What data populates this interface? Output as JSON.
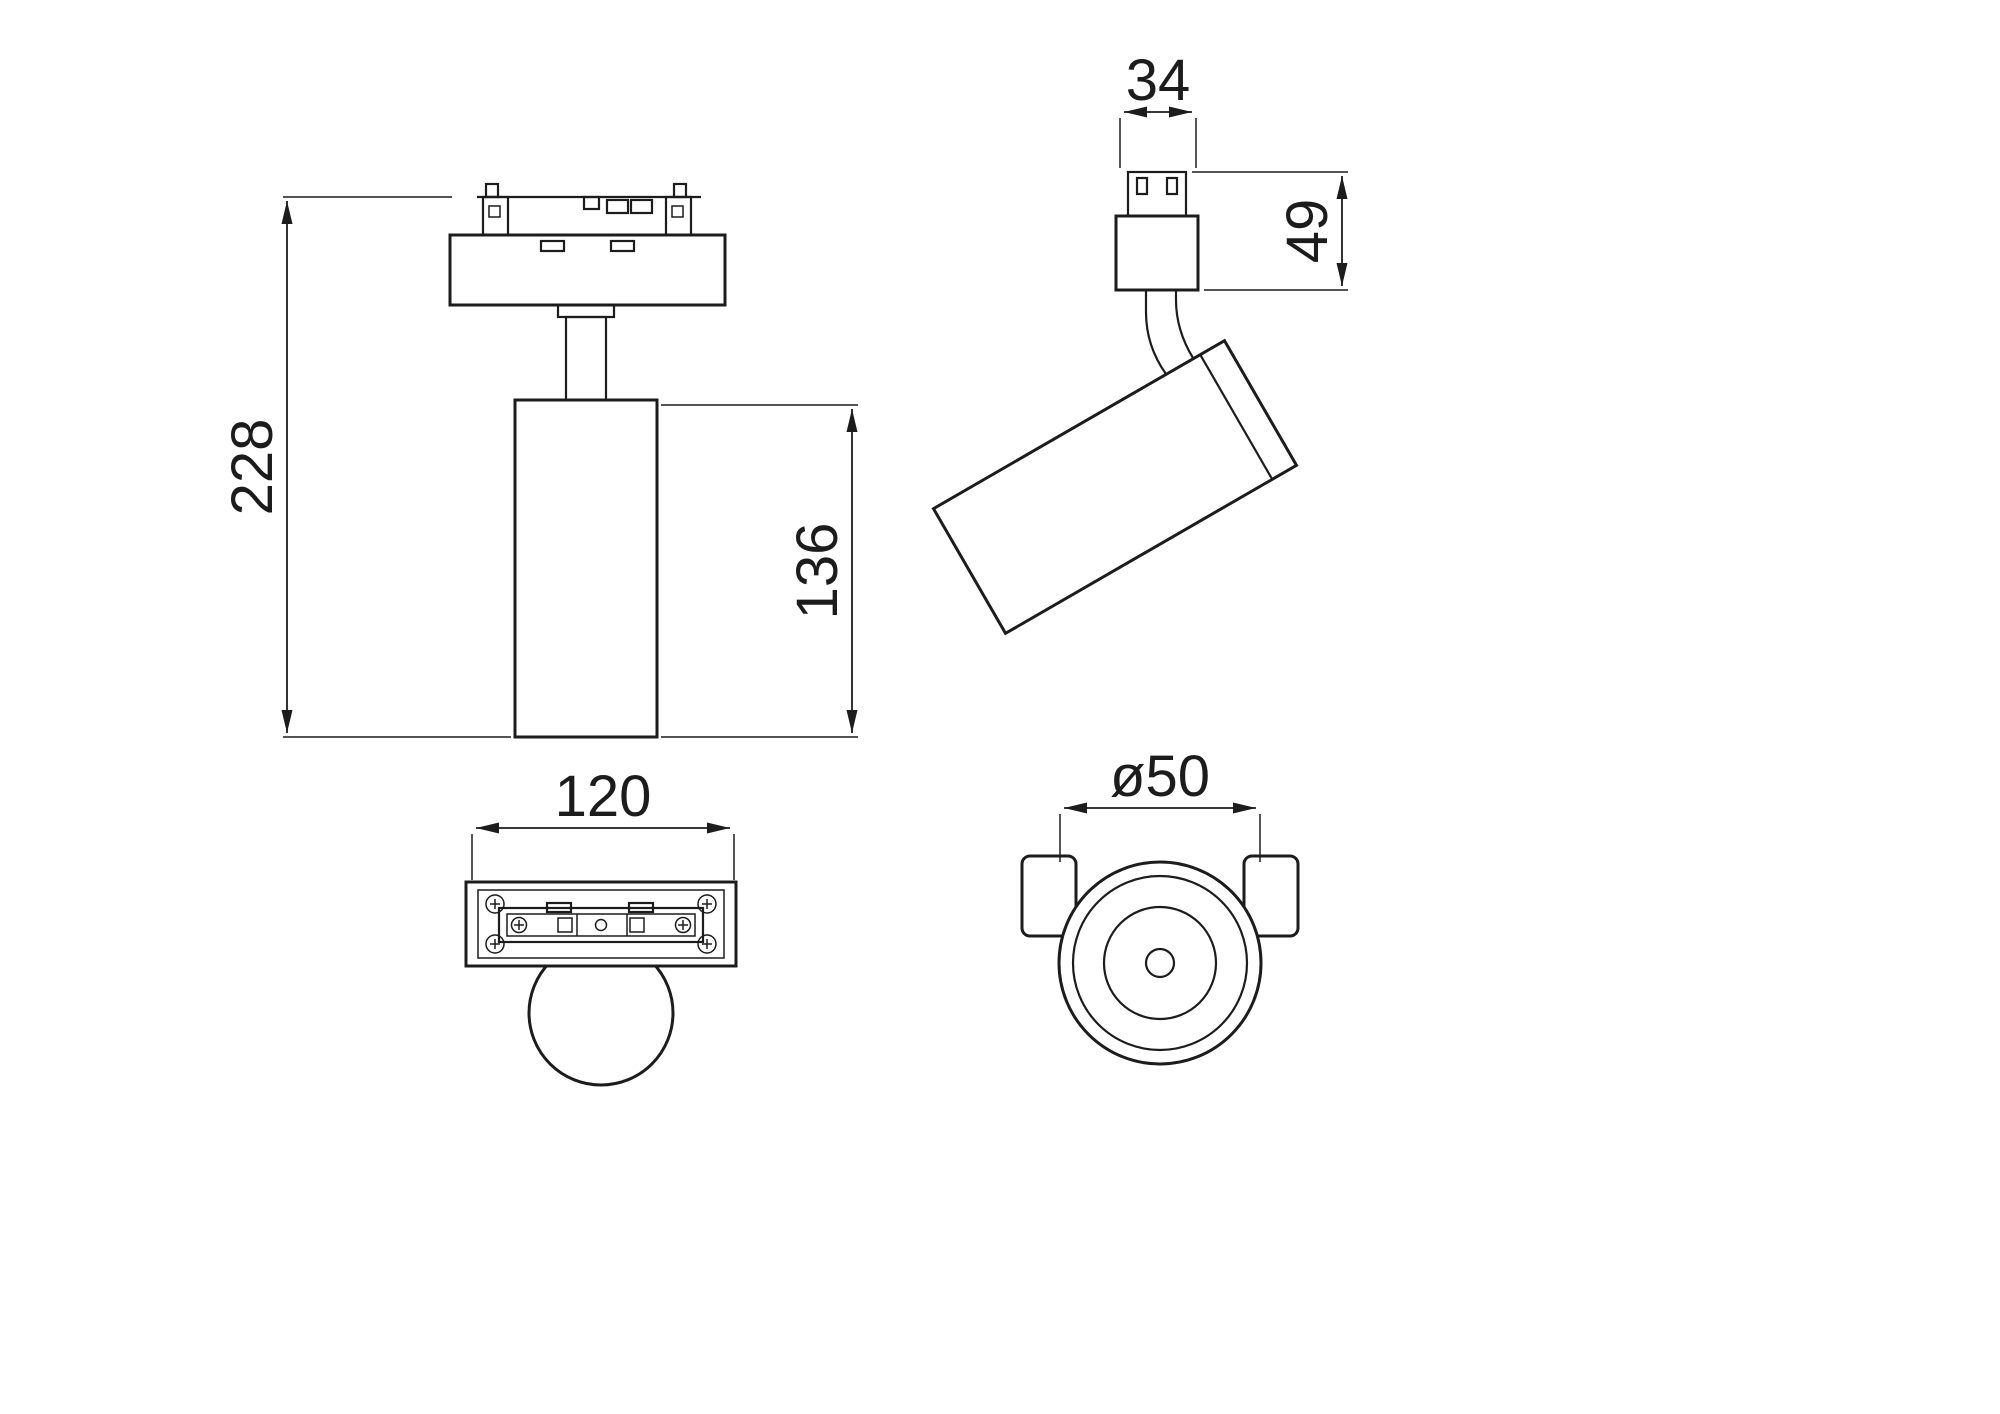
{
  "drawing": {
    "title": "track-spotlight-dimension-drawing",
    "colors": {
      "line": "#1c1c1c",
      "background": "#ffffff"
    },
    "dimensions": {
      "total_height": "228",
      "body_height": "136",
      "connector_width": "34",
      "adapter_height": "49",
      "base_width": "120",
      "head_diameter": "ø50"
    }
  }
}
